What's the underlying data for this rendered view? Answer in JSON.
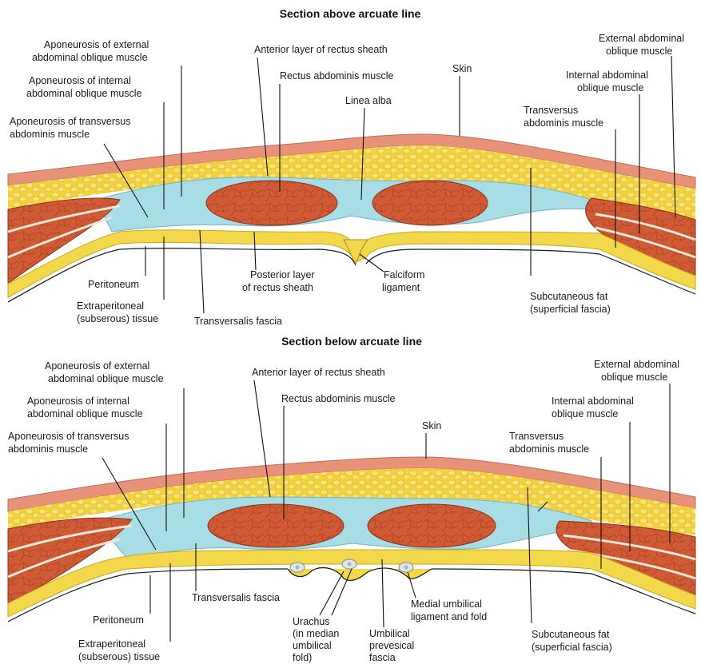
{
  "sections": [
    {
      "title": "Section above arcuate line",
      "labels": {
        "aponeurosis_external_oblique": [
          "Aponeurosis of external",
          "abdominal oblique muscle"
        ],
        "aponeurosis_internal_oblique": [
          "Aponeurosis of internal",
          "abdominal oblique muscle"
        ],
        "aponeurosis_transversus": [
          "Aponeurosis of transversus",
          "abdominis muscle"
        ],
        "anterior_rectus_sheath": [
          "Anterior layer of rectus sheath"
        ],
        "rectus_abdominis": [
          "Rectus abdominis muscle"
        ],
        "skin": [
          "Skin"
        ],
        "linea_alba": [
          "Linea alba"
        ],
        "external_oblique": [
          "External abdominal",
          "oblique muscle"
        ],
        "internal_oblique": [
          "Internal abdominal",
          "oblique muscle"
        ],
        "transversus": [
          "Transversus",
          "abdominis muscle"
        ],
        "peritoneum": [
          "Peritoneum"
        ],
        "extraperitoneal": [
          "Extraperitoneal",
          "(subserous) tissue"
        ],
        "transversalis_fascia": [
          "Transversalis fascia"
        ],
        "posterior_rectus_sheath": [
          "Posterior layer",
          "of rectus sheath"
        ],
        "falciform": [
          "Falciform",
          "ligament"
        ],
        "subcutaneous_fat": [
          "Subcutaneous fat",
          "(superficial fascia)"
        ]
      }
    },
    {
      "title": "Section below arcuate line",
      "labels": {
        "aponeurosis_external_oblique": [
          "Aponeurosis of external",
          "abdominal oblique muscle"
        ],
        "aponeurosis_internal_oblique": [
          "Aponeurosis of internal",
          "abdominal oblique muscle"
        ],
        "aponeurosis_transversus": [
          "Aponeurosis of transversus",
          "abdominis muscle"
        ],
        "anterior_rectus_sheath": [
          "Anterior layer of rectus sheath"
        ],
        "rectus_abdominis": [
          "Rectus abdominis muscle"
        ],
        "skin": [
          "Skin"
        ],
        "external_oblique": [
          "External abdominal",
          "oblique muscle"
        ],
        "internal_oblique": [
          "Internal abdominal",
          "oblique muscle"
        ],
        "transversus": [
          "Transversus",
          "abdominis muscle"
        ],
        "transversalis_fascia": [
          "Transversalis fascia"
        ],
        "peritoneum": [
          "Peritoneum"
        ],
        "extraperitoneal": [
          "Extraperitoneal",
          "(subserous) tissue"
        ],
        "urachus": [
          "Urachus",
          "(in median",
          "umbilical",
          "fold)"
        ],
        "umbilical_prevesical": [
          "Umbilical",
          "prevesical",
          "fascia"
        ],
        "medial_umbilical": [
          "Medial umbilical",
          "ligament and fold"
        ],
        "subcutaneous_fat": [
          "Subcutaneous fat",
          "(superficial fascia)"
        ]
      }
    }
  ],
  "colors": {
    "skin": "#e8927a",
    "fat": "#f3d23a",
    "fat_cell": "#f7e27a",
    "muscle": "#cf5a35",
    "muscle_line": "#a53d20",
    "fascia": "#a9dde6",
    "fascia_line": "#6fb6c4",
    "peritoneum": "#f2d84a",
    "background": "#ffffff"
  }
}
